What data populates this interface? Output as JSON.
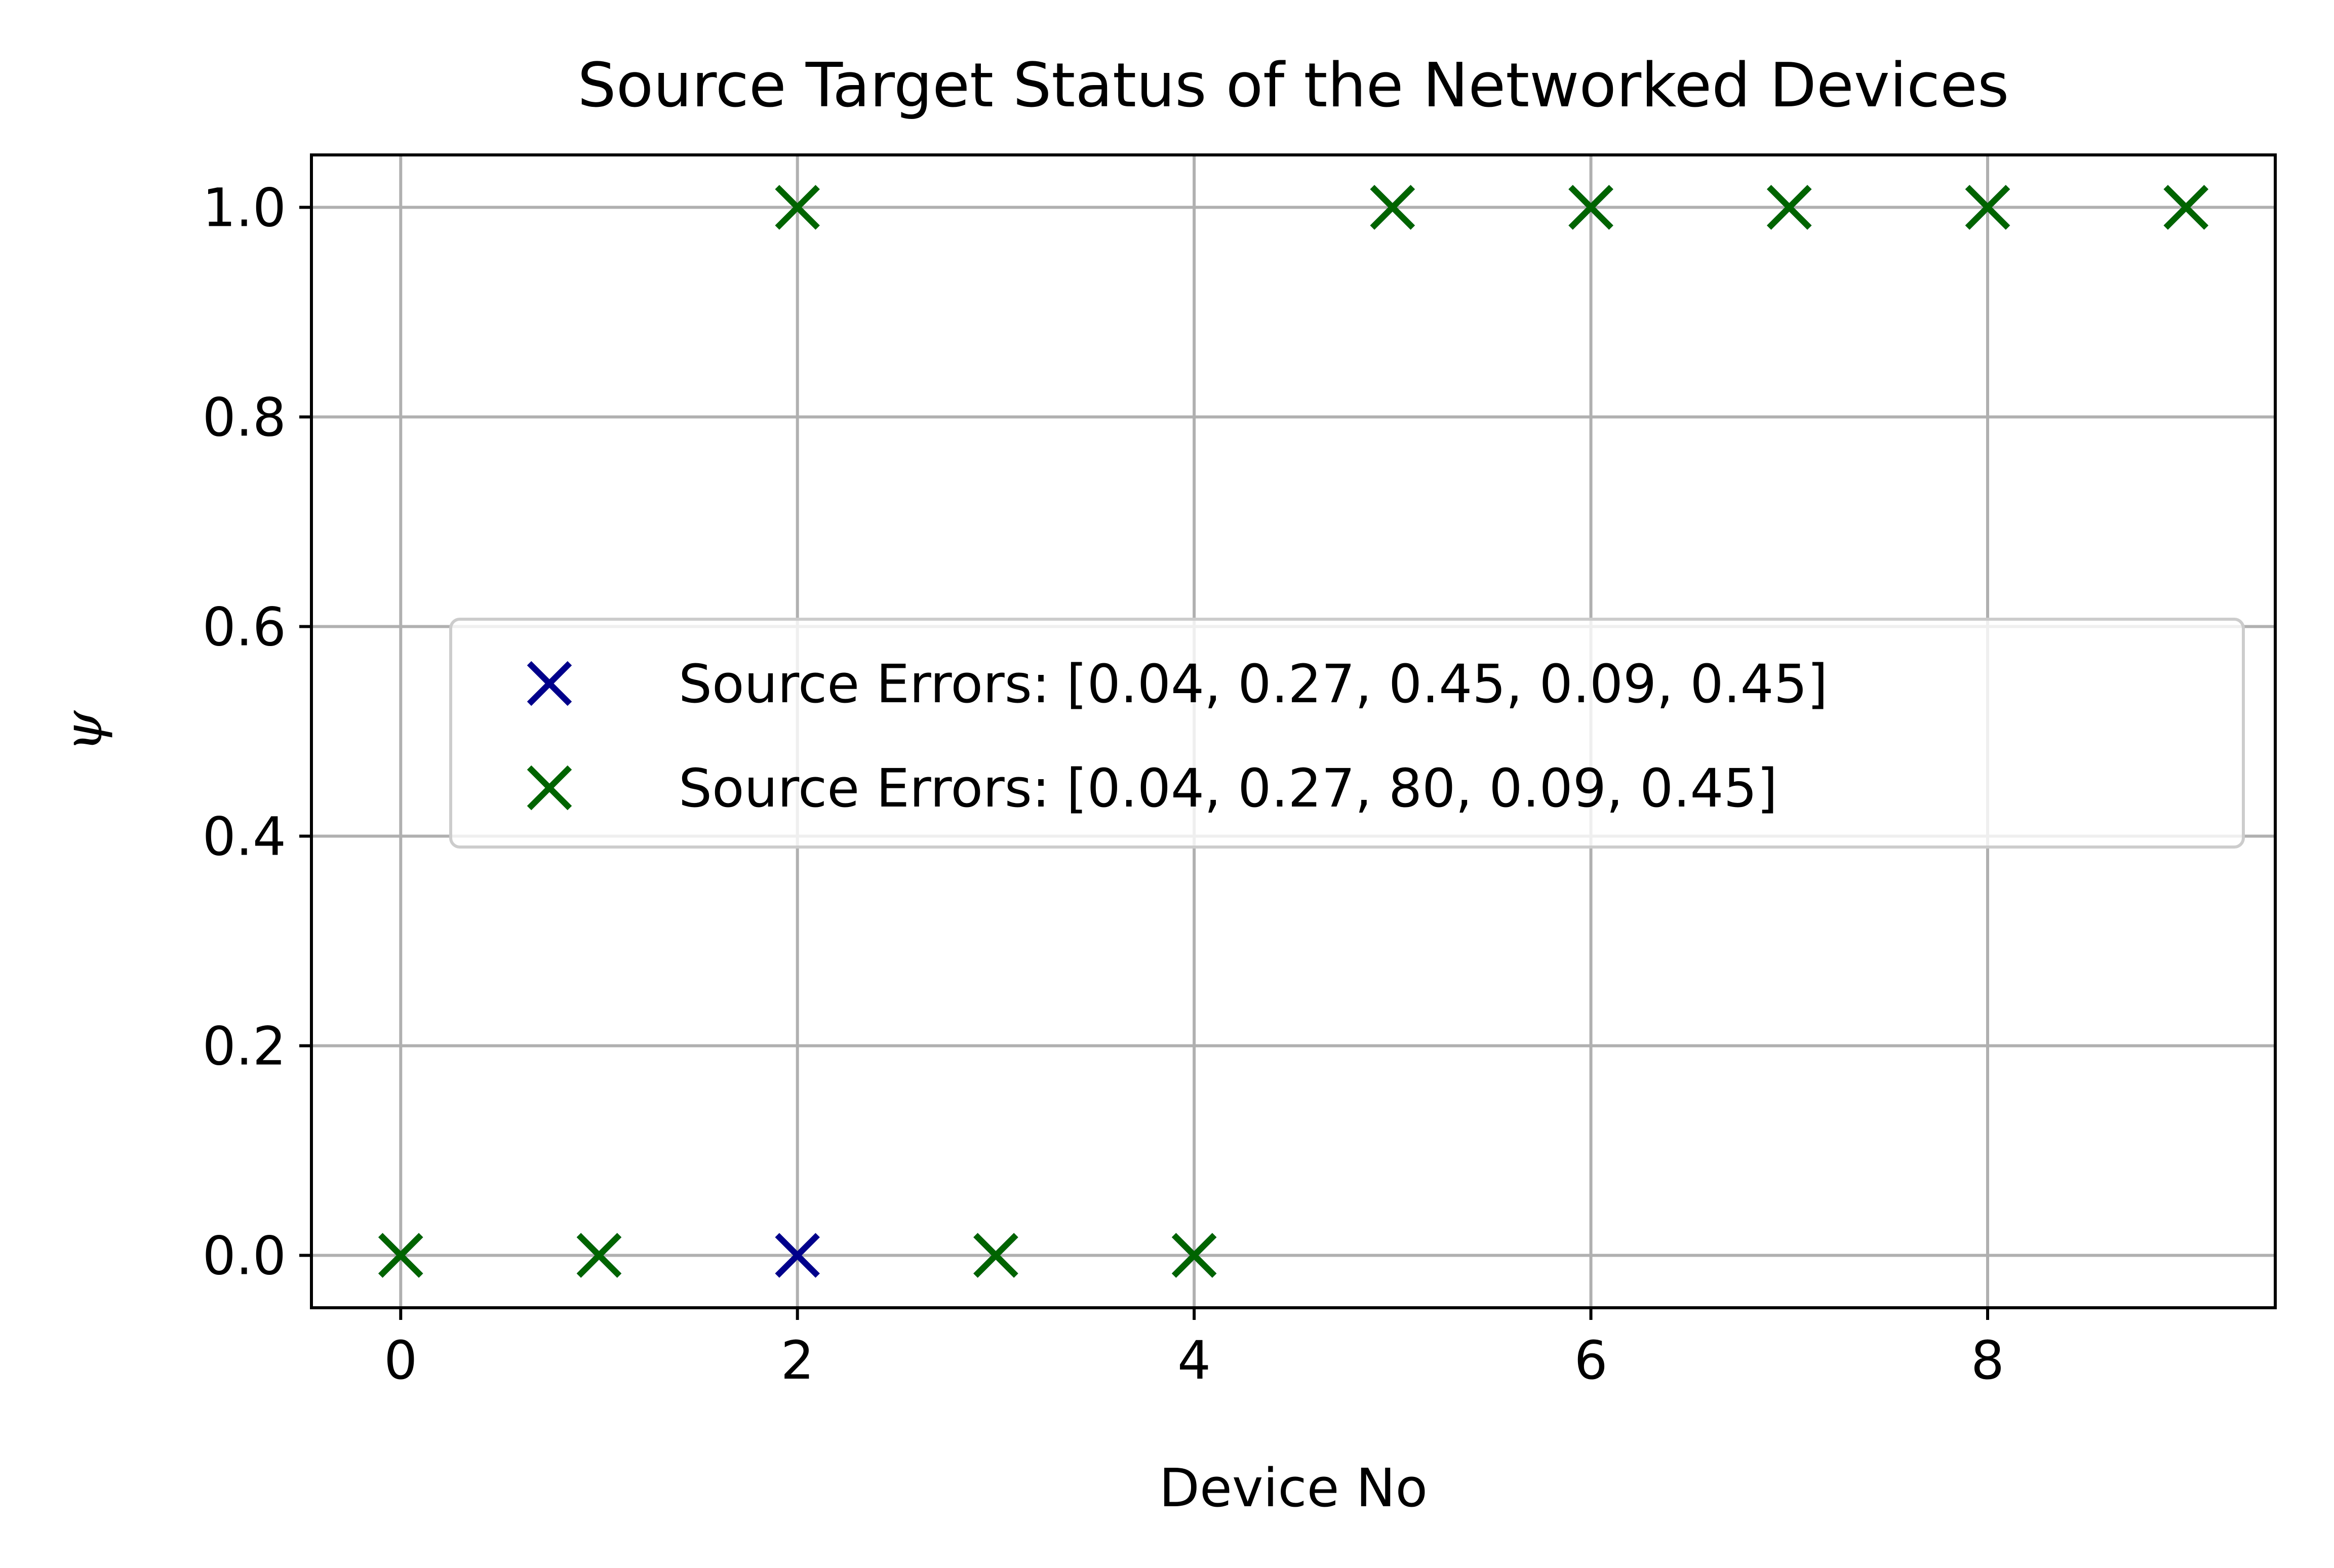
{
  "chart_data": {
    "type": "scatter",
    "title": "Source Target Status of the Networked Devices",
    "xlabel": "Device No",
    "ylabel": "ψ",
    "xlim": [
      -0.45,
      9.45
    ],
    "ylim": [
      -0.05,
      1.05
    ],
    "xticks": [
      0,
      2,
      4,
      6,
      8
    ],
    "yticks": [
      0.0,
      0.2,
      0.4,
      0.6,
      0.8,
      1.0
    ],
    "xtick_labels": [
      "0",
      "2",
      "4",
      "6",
      "8"
    ],
    "ytick_labels": [
      "0.0",
      "0.2",
      "0.4",
      "0.6",
      "0.8",
      "1.0"
    ],
    "grid": true,
    "legend_position": "center-right",
    "series": [
      {
        "name": "Source Errors: [0.04, 0.27, 0.45, 0.09, 0.45]",
        "color": "#00008b",
        "marker": "x",
        "x": [
          0,
          1,
          2,
          3,
          4,
          5,
          6,
          7,
          8,
          9
        ],
        "y": [
          0,
          0,
          0,
          0,
          0,
          1,
          1,
          1,
          1,
          1
        ]
      },
      {
        "name": "Source Errors: [0.04, 0.27, 80, 0.09, 0.45]",
        "color": "#006400",
        "marker": "x",
        "x": [
          0,
          1,
          2,
          3,
          4,
          5,
          6,
          7,
          8,
          9
        ],
        "y": [
          0,
          0,
          1,
          0,
          0,
          1,
          1,
          1,
          1,
          1
        ]
      }
    ]
  }
}
